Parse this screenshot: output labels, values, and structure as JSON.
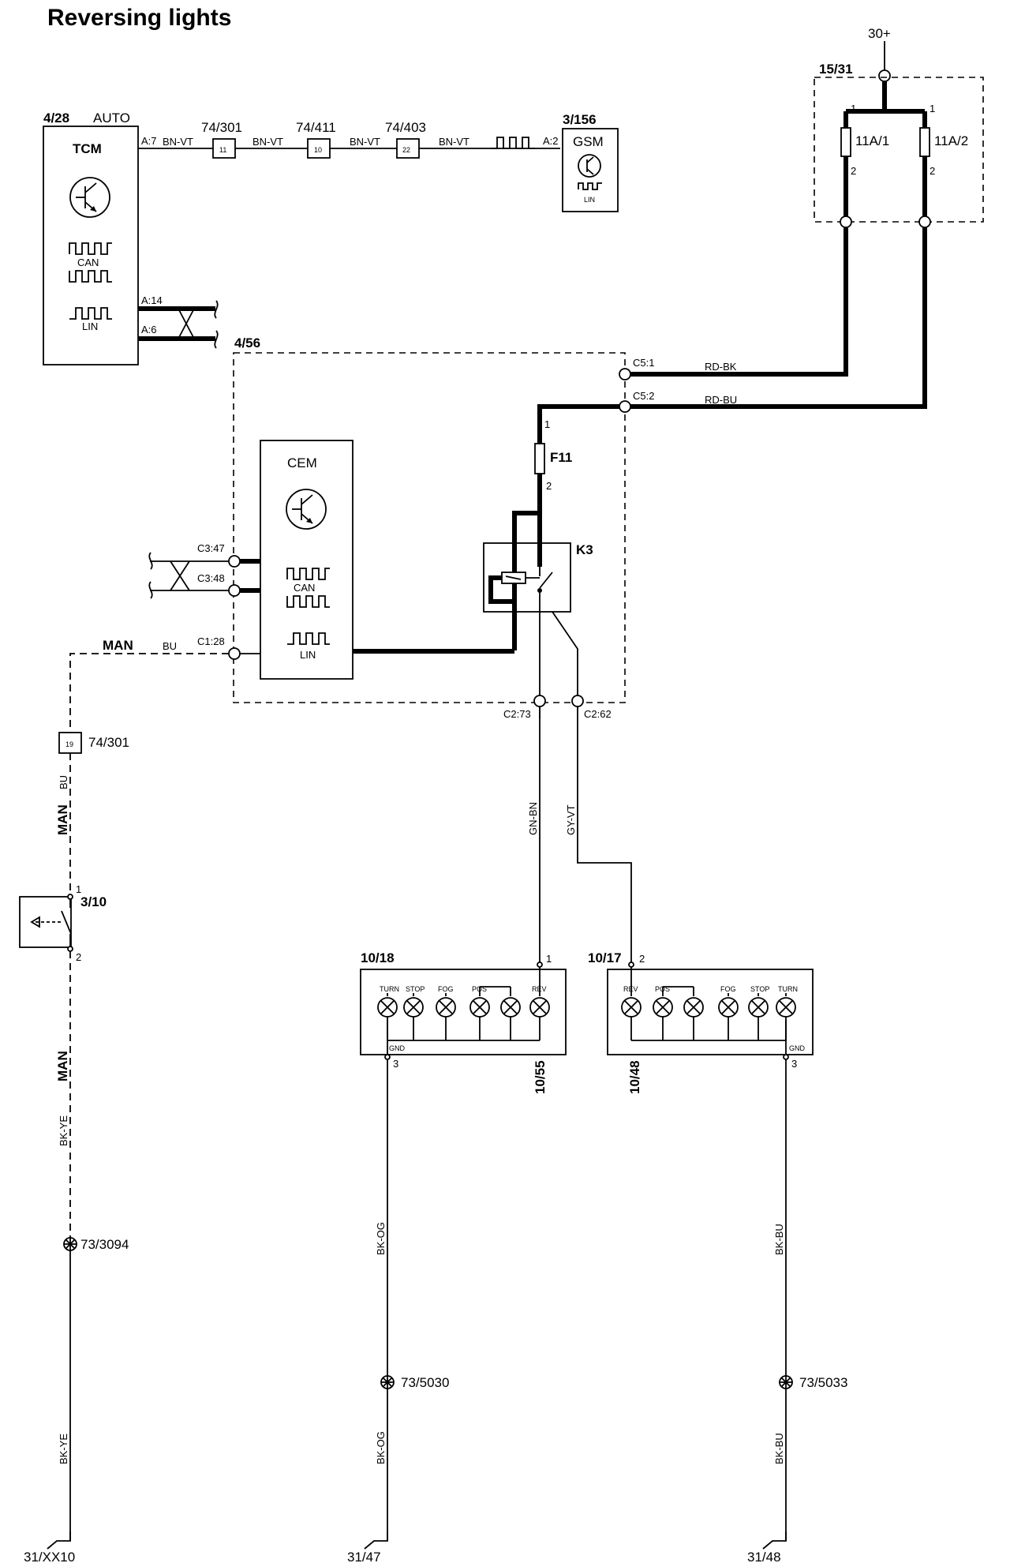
{
  "title": "Reversing lights",
  "supply": "30+",
  "fuse_box": {
    "id": "15/31",
    "fuse1": "11A/1",
    "fuse2": "11A/2",
    "pin1": "1",
    "pin2": "2"
  },
  "tcm": {
    "id": "4/28",
    "tag": "AUTO",
    "name": "TCM",
    "can": "CAN",
    "lin": "LIN",
    "pin_a7": "A:7",
    "pin_a14": "A:14",
    "pin_a6": "A:6"
  },
  "gsm": {
    "id": "3/156",
    "name": "GSM",
    "lin": "LIN",
    "pin_a2": "A:2"
  },
  "lin_bus": {
    "wire": "BN-VT",
    "splice1": "74/301",
    "splice1_pin": "11",
    "splice2": "74/411",
    "splice2_pin": "10",
    "splice3": "74/403",
    "splice3_pin": "22"
  },
  "cem_box": {
    "id": "4/56",
    "cem": "CEM",
    "can": "CAN",
    "lin": "LIN",
    "c5_1": "C5:1",
    "c5_2": "C5:2",
    "c3_47": "C3:47",
    "c3_48": "C3:48",
    "c1_28": "C1:28",
    "c2_73": "C2:73",
    "c2_62": "C2:62",
    "fuse": "F11",
    "fuse_pin1": "1",
    "fuse_pin2": "2",
    "relay": "K3"
  },
  "wires": {
    "rd_bk": "RD-BK",
    "rd_bu": "RD-BU",
    "gn_bn": "GN-BN",
    "gy_vt": "GY-VT",
    "bu": "BU",
    "man": "MAN",
    "bk_ye": "BK-YE",
    "bk_og": "BK-OG",
    "bk_bu": "BK-BU"
  },
  "man_splice": {
    "pin": "19",
    "id": "74/301"
  },
  "switch": {
    "id": "3/10",
    "pin1": "1",
    "pin2": "2"
  },
  "lamp_left": {
    "id": "10/18",
    "pin_in": "1",
    "pin_gnd": "3",
    "gnd": "GND",
    "ref": "10/55",
    "lamps": [
      "TURN",
      "STOP",
      "FOG",
      "POS",
      "",
      "REV"
    ]
  },
  "lamp_right": {
    "id": "10/17",
    "pin_in": "2",
    "pin_gnd": "3",
    "gnd": "GND",
    "ref": "10/48",
    "lamps": [
      "REV",
      "POS",
      "",
      "FOG",
      "STOP",
      "TURN"
    ]
  },
  "grounds": {
    "g1_splice": "73/3094",
    "g2_splice": "73/5030",
    "g3_splice": "73/5033",
    "g1": "31/XX10",
    "g2": "31/47",
    "g3": "31/48"
  }
}
